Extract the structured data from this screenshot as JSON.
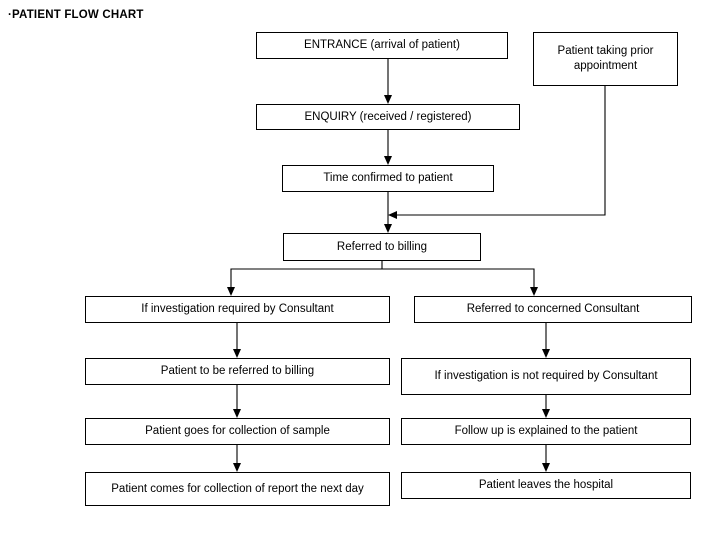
{
  "document": {
    "title_bullet": "·",
    "title": "PATIENT FLOW CHART"
  },
  "chart_data": {
    "type": "diagram",
    "diagram_kind": "flowchart",
    "orientation": "top-to-bottom",
    "title": "PATIENT FLOW CHART",
    "nodes": [
      {
        "id": "entrance",
        "label": "ENTRANCE (arrival of patient)",
        "shape": "rectangle",
        "column": "main"
      },
      {
        "id": "prior_appointment",
        "label": "Patient taking prior appointment",
        "shape": "rectangle",
        "column": "right-top"
      },
      {
        "id": "enquiry",
        "label": "ENQUIRY (received / registered)",
        "shape": "rectangle",
        "column": "main"
      },
      {
        "id": "time_confirmed",
        "label": "Time confirmed to patient",
        "shape": "rectangle",
        "column": "main"
      },
      {
        "id": "referred_billing",
        "label": "Referred to billing",
        "shape": "rectangle",
        "column": "main"
      },
      {
        "id": "investigation_required",
        "label": "If investigation required by Consultant",
        "shape": "rectangle",
        "column": "left"
      },
      {
        "id": "patient_referred_billing",
        "label": "Patient to be referred to billing",
        "shape": "rectangle",
        "column": "left"
      },
      {
        "id": "collection_sample",
        "label": "Patient goes for collection of sample",
        "shape": "rectangle",
        "column": "left"
      },
      {
        "id": "collection_report",
        "label": "Patient comes for collection of report the next day",
        "shape": "rectangle",
        "column": "left"
      },
      {
        "id": "referred_consultant",
        "label": "Referred to concerned Consultant",
        "shape": "rectangle",
        "column": "right"
      },
      {
        "id": "investigation_not_required",
        "label": "If investigation is not required by Consultant",
        "shape": "rectangle",
        "column": "right"
      },
      {
        "id": "follow_up",
        "label": "Follow up is explained to the patient",
        "shape": "rectangle",
        "column": "right"
      },
      {
        "id": "leaves_hospital",
        "label": "Patient leaves the hospital",
        "shape": "rectangle",
        "column": "right"
      }
    ],
    "edges": [
      {
        "from": "entrance",
        "to": "enquiry",
        "style": "arrow"
      },
      {
        "from": "enquiry",
        "to": "time_confirmed",
        "style": "arrow"
      },
      {
        "from": "time_confirmed",
        "to": "referred_billing",
        "style": "arrow"
      },
      {
        "from": "prior_appointment",
        "to": "referred_billing",
        "style": "arrow-elbow"
      },
      {
        "from": "referred_billing",
        "to": "investigation_required",
        "style": "arrow-split-left"
      },
      {
        "from": "referred_billing",
        "to": "referred_consultant",
        "style": "arrow-split-right"
      },
      {
        "from": "investigation_required",
        "to": "patient_referred_billing",
        "style": "arrow"
      },
      {
        "from": "patient_referred_billing",
        "to": "collection_sample",
        "style": "arrow"
      },
      {
        "from": "collection_sample",
        "to": "collection_report",
        "style": "arrow"
      },
      {
        "from": "referred_consultant",
        "to": "investigation_not_required",
        "style": "arrow"
      },
      {
        "from": "investigation_not_required",
        "to": "follow_up",
        "style": "arrow"
      },
      {
        "from": "follow_up",
        "to": "leaves_hospital",
        "style": "arrow"
      }
    ],
    "colors": {
      "node_border": "#000000",
      "node_fill": "#ffffff",
      "connector": "#000000",
      "text": "#000000",
      "background": "#ffffff"
    }
  }
}
